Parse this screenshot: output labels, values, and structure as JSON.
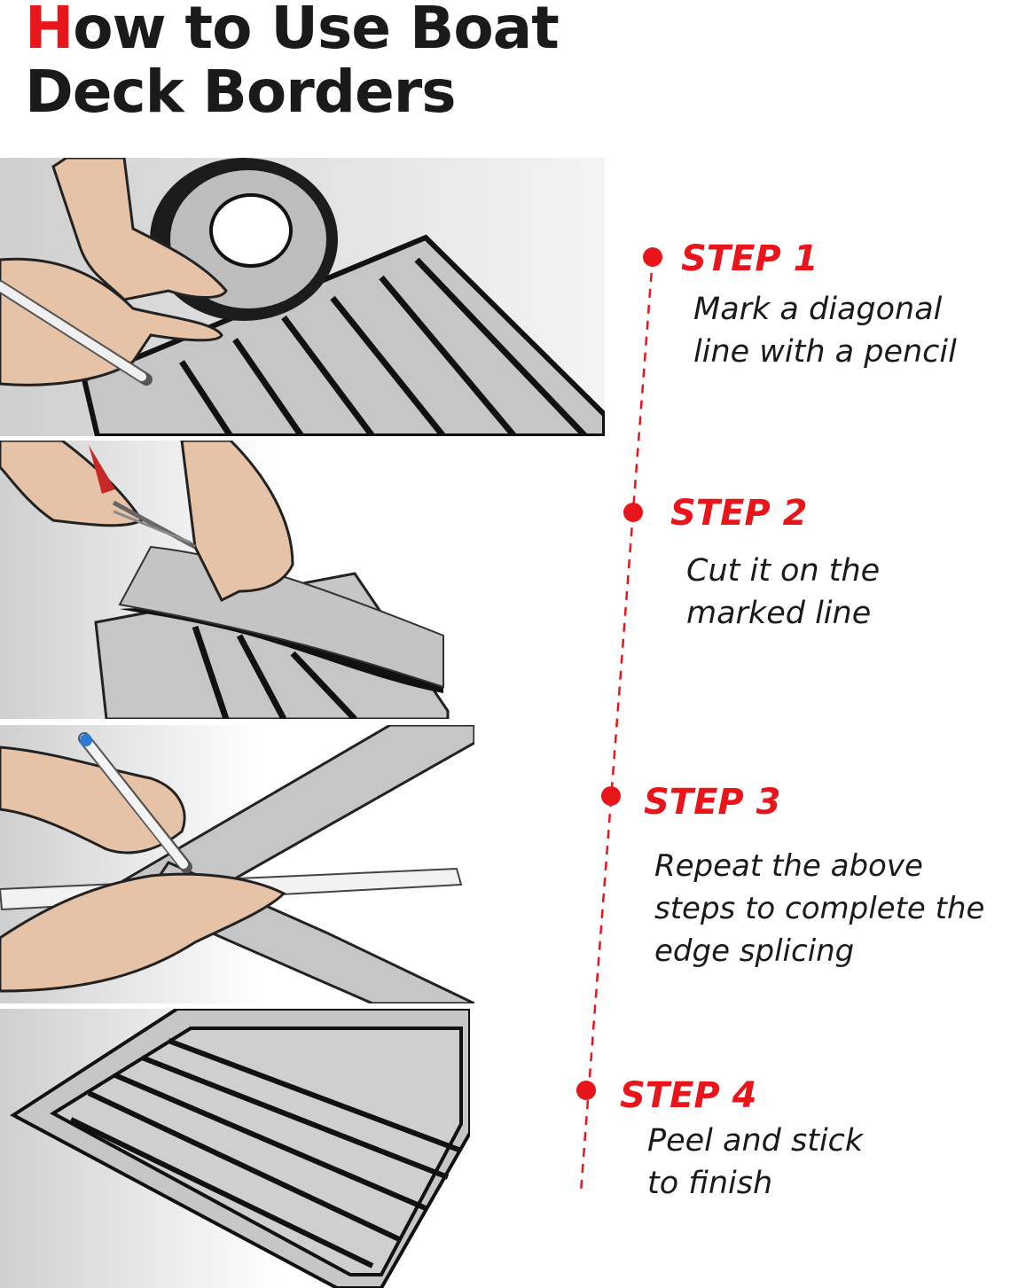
{
  "title": {
    "first_letter": "H",
    "line1_rest": "ow to Use Boat",
    "line2": "Deck Borders"
  },
  "accent_color": "#e8151b",
  "steps": [
    {
      "label": "STEP 1",
      "text": "Mark a diagonal\nline with a pencil"
    },
    {
      "label": "STEP 2",
      "text": "Cut it on the\nmarked line"
    },
    {
      "label": "STEP 3",
      "text": "Repeat the above\nsteps to complete the\nedge splicing"
    },
    {
      "label": "STEP 4",
      "text": "Peel and stick\nto finish"
    }
  ],
  "illustrations": [
    {
      "icon": "pencil-marking-roll-icon"
    },
    {
      "icon": "scissors-cutting-icon"
    },
    {
      "icon": "pen-ruler-marking-icon"
    },
    {
      "icon": "finished-deck-frame-icon"
    }
  ]
}
